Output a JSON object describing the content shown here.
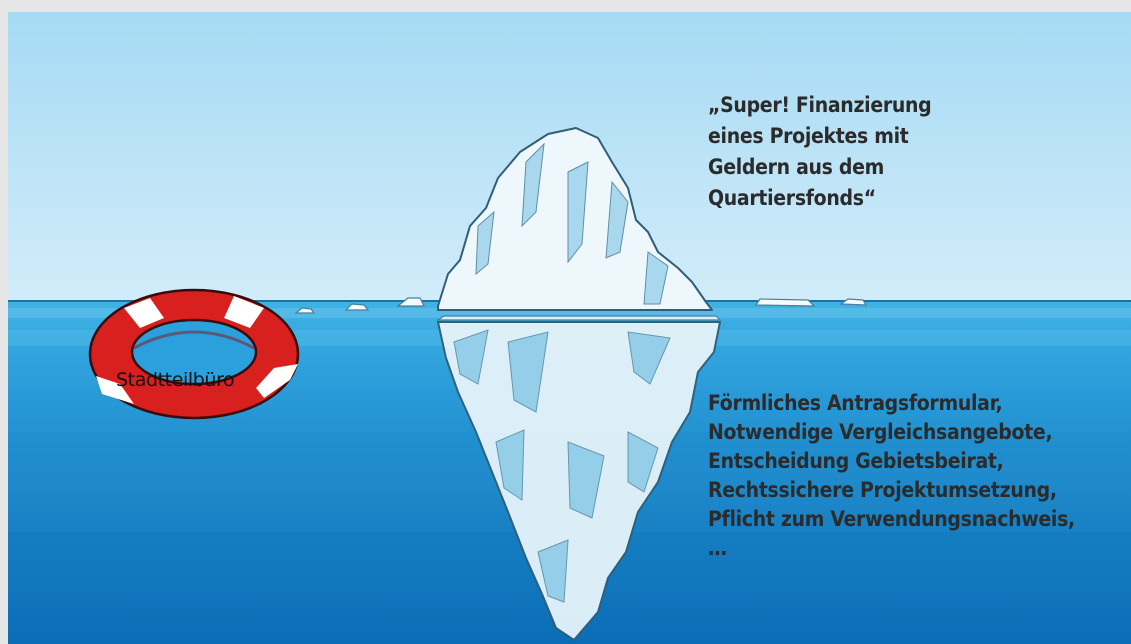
{
  "colors": {
    "sky_top": "#a9dbf5",
    "sky_bottom": "#cdeaf9",
    "water_surface": "#3cb0e5",
    "water_deep": "#0b6fb8",
    "ice": "#eef8fc",
    "ice_shadow": "#a7d6ec",
    "ring_red": "#d8201f",
    "ring_white": "#ffffff"
  },
  "icons": {
    "iceberg": "iceberg-icon",
    "lifebuoy": "lifebuoy-icon"
  },
  "above_water_text": "„Super! Finanzierung\neines Projektes mit\nGeldern aus dem\nQuartiersfonds“",
  "below_water_lines": [
    "Förmliches Antragsformular,",
    "Notwendige Vergleichsangebote,",
    "Entscheidung Gebietsbeirat,",
    "Rechtssichere Projektumsetzung,",
    "Pflicht zum Verwendungsnachweis,",
    "…"
  ],
  "lifebuoy_label": "Stadtteilbüro"
}
